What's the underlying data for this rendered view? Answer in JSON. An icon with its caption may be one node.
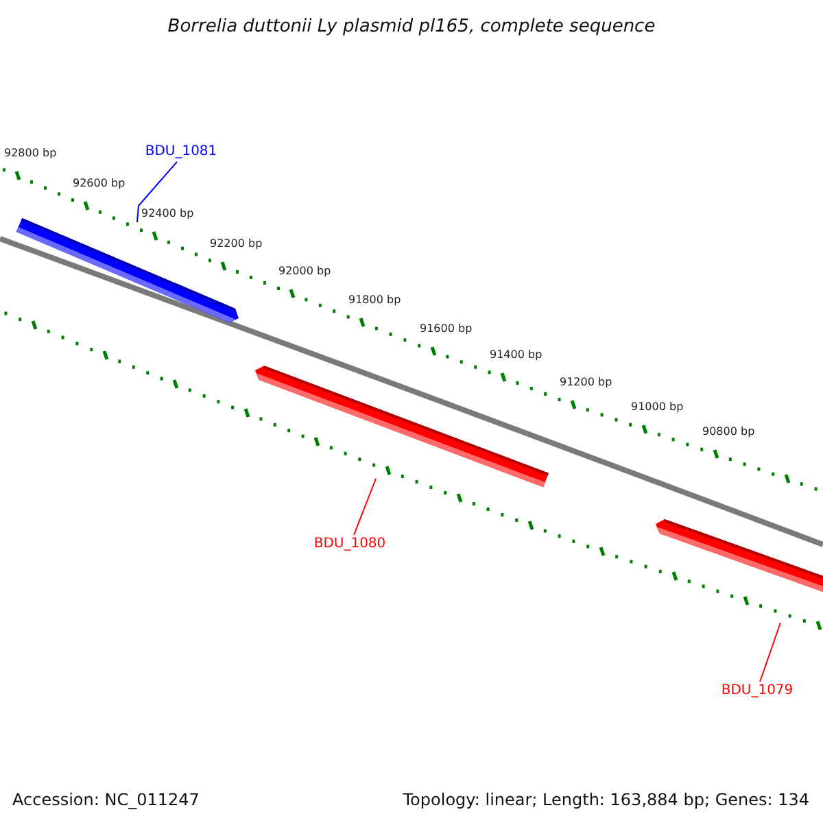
{
  "diagram": {
    "title": "Borrelia duttonii Ly plasmid pl165, complete sequence",
    "nodes": [
      {
        "text": [
          "BDU_1081"
        ]
      },
      {
        "text": [],
        "shape": "arrow"
      },
      {
        "text": [
          "BDU_1080"
        ]
      },
      {
        "text": [],
        "shape": "arrow"
      },
      {
        "text": [
          "BDU_1079"
        ]
      },
      {
        "text": [],
        "shape": "arrow"
      }
    ],
    "edges": [
      {
        "from": 0,
        "to": 1,
        "arrow": "none",
        "color": "#0000ff"
      },
      {
        "from": 2,
        "to": 3,
        "arrow": "none"
      },
      {
        "from": 4,
        "to": 5,
        "arrow": "none"
      }
    ],
    "labels": [
      "92800 bp",
      "92600 bp",
      "92400 bp",
      "92200 bp",
      "92000 bp",
      "91800 bp",
      "91600 bp",
      "91400 bp",
      "91200 bp",
      "91000 bp",
      "90800 bp",
      "Accession: NC_011247",
      "Topology: linear; Length: 163,884 bp; Genes: 134"
    ]
  }
}
